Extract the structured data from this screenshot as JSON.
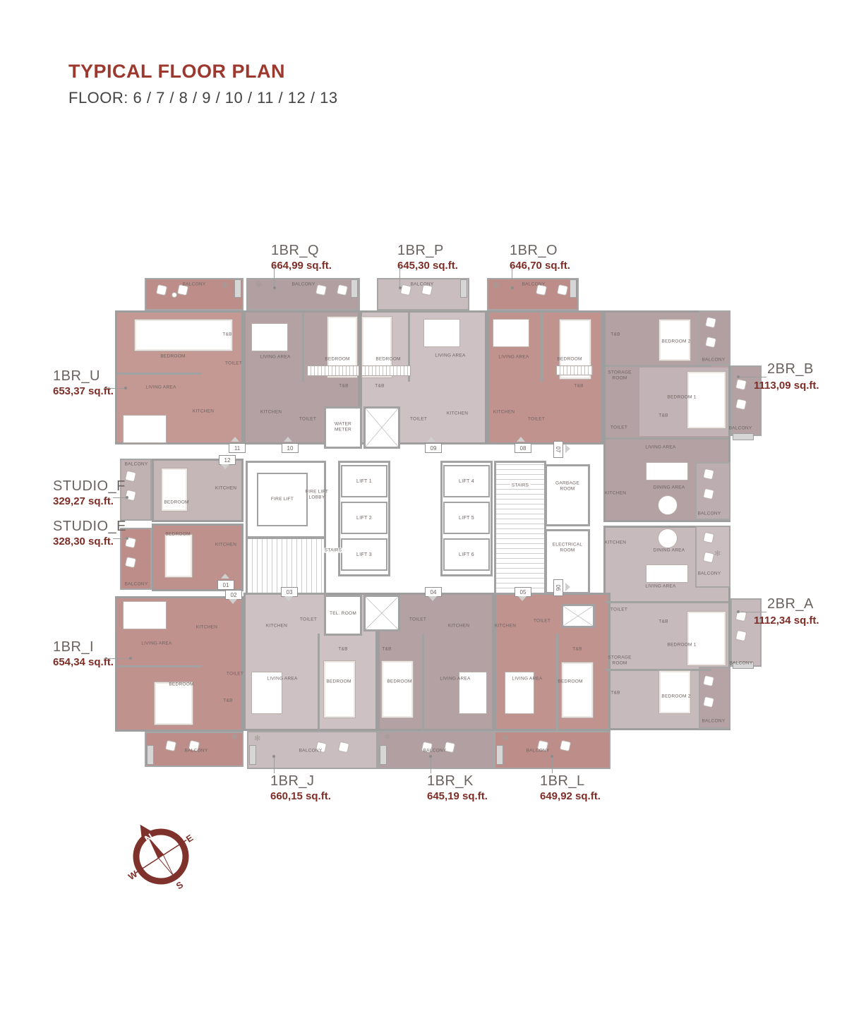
{
  "header": {
    "title": "TYPICAL FLOOR PLAN",
    "subtitle": "FLOOR: 6 / 7 / 8 / 9 / 10 / 11 / 12 / 13"
  },
  "units": [
    {
      "name": "1BR_Q",
      "area": "664,99 sq.ft."
    },
    {
      "name": "1BR_P",
      "area": "645,30 sq.ft."
    },
    {
      "name": "1BR_O",
      "area": "646,70 sq.ft."
    },
    {
      "name": "2BR_B",
      "area": "1113,09 sq.ft."
    },
    {
      "name": "1BR_U",
      "area": "653,37 sq.ft."
    },
    {
      "name": "STUDIO_F",
      "area": "329,27 sq.ft."
    },
    {
      "name": "STUDIO_E",
      "area": "328,30 sq.ft."
    },
    {
      "name": "1BR_I",
      "area": "654,34 sq.ft."
    },
    {
      "name": "1BR_J",
      "area": "660,15 sq.ft."
    },
    {
      "name": "1BR_K",
      "area": "645,19 sq.ft."
    },
    {
      "name": "1BR_L",
      "area": "649,92 sq.ft."
    },
    {
      "name": "2BR_A",
      "area": "1112,34 sq.ft."
    }
  ],
  "room_labels": {
    "balcony": "BALCONY",
    "bedroom": "BEDROOM",
    "bedroom1": "BEDROOM 1",
    "bedroom2": "BEDROOM 2",
    "living_area": "LIVING AREA",
    "dining_area": "DINING AREA",
    "kitchen": "KITCHEN",
    "toilet": "TOILET",
    "tb": "T&B",
    "storage_room": "STORAGE ROOM",
    "water_meter": "WATER METER",
    "tel_room": "TEL. ROOM",
    "fire_lift": "FIRE LIFT",
    "fire_lift_lobby": "FIRE LIFT LOBBY",
    "stairs": "STAIRS",
    "garbage_room": "GARBAGE ROOM",
    "electrical_room": "ELECTRICAL ROOM",
    "lift1": "LIFT 1",
    "lift2": "LIFT 2",
    "lift3": "LIFT 3",
    "lift4": "LIFT 4",
    "lift5": "LIFT 5",
    "lift6": "LIFT 6"
  },
  "badges": [
    "01",
    "02",
    "03",
    "04",
    "05",
    "06",
    "07",
    "08",
    "09",
    "10",
    "11",
    "12"
  ],
  "compass": {
    "n": "N",
    "e": "E",
    "s": "S",
    "w": "W"
  },
  "colors": {
    "accent_maroon": "#7e2d26",
    "title_maroon": "#9c382e",
    "rose": "#c1938f",
    "mauve": "#b3a1a3",
    "light_mauve": "#cdc1c3",
    "studio_light": "#c5b6b8",
    "wall_gray": "#9e9e9e"
  }
}
